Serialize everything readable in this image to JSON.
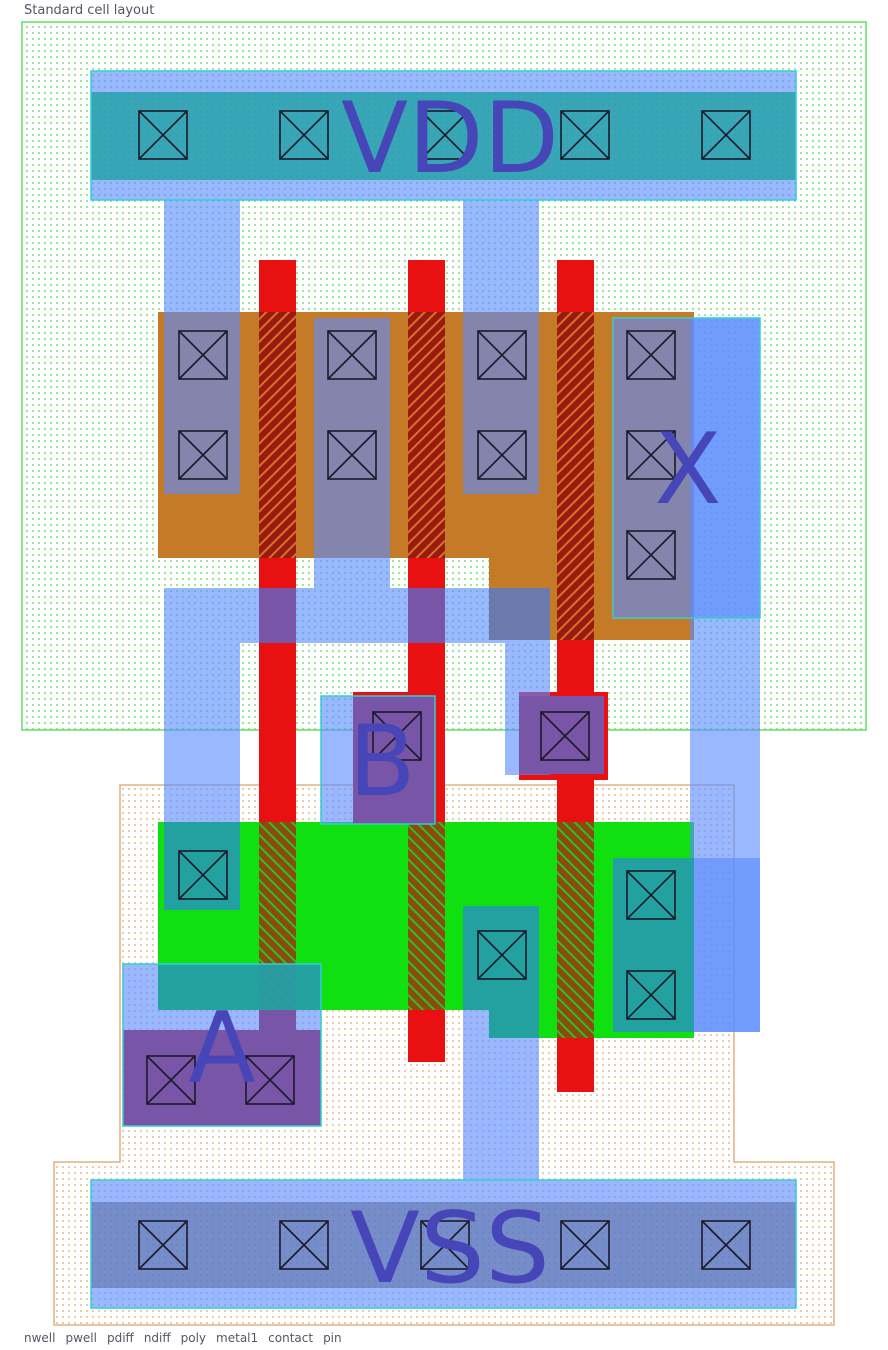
{
  "title": "Standard cell layout",
  "labels": {
    "vdd": "VDD",
    "vss": "VSS",
    "a": "A",
    "b": "B",
    "x": "X"
  },
  "colors": {
    "nwell": "#66dd66",
    "pwell": "#e0b080",
    "pdiff": "#c47a26",
    "ndiff": "#10e010",
    "poly": "#e81010",
    "metal1": "#78a8ff",
    "contact": "#1a1a2a",
    "label": "#4646b8",
    "pin_outline": "#30d0d0"
  },
  "layers": [
    "nwell",
    "pwell",
    "pdiff",
    "ndiff",
    "poly",
    "metal1",
    "contact",
    "pin"
  ]
}
